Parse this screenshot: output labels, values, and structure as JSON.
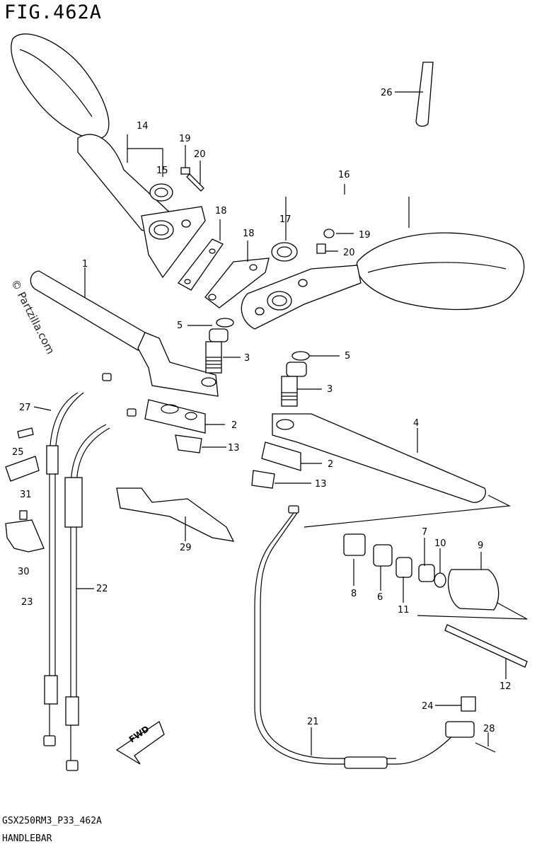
{
  "figure_title": "FIG.462A",
  "footer_code": "GSX250RM3_P33_462A",
  "footer_name": "HANDLEBAR",
  "watermark": "© Partzilla.com",
  "fwd_label": "FWD",
  "callouts": [
    "1",
    "2",
    "2",
    "3",
    "3",
    "4",
    "5",
    "5",
    "6",
    "7",
    "8",
    "9",
    "10",
    "11",
    "12",
    "13",
    "13",
    "14",
    "15",
    "16",
    "17",
    "18",
    "18",
    "19",
    "19",
    "20",
    "20",
    "21",
    "22",
    "23",
    "24",
    "25",
    "26",
    "27",
    "28",
    "29",
    "30",
    "31"
  ]
}
